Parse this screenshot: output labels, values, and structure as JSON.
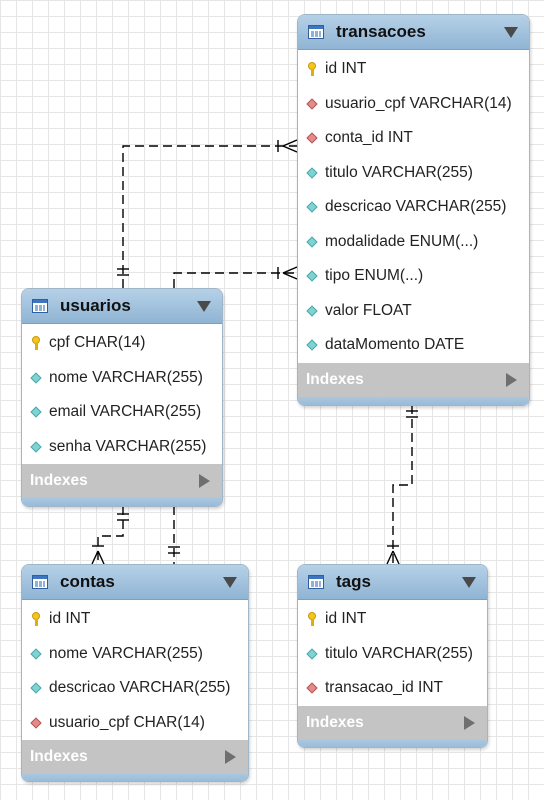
{
  "entities": {
    "transacoes": {
      "title": "transacoes",
      "indexes_label": "Indexes",
      "columns": [
        {
          "text": "id INT",
          "icon": "primary-key-icon"
        },
        {
          "text": "usuario_cpf VARCHAR(14)",
          "icon": "foreign-key-diamond-icon"
        },
        {
          "text": "conta_id INT",
          "icon": "foreign-key-diamond-icon"
        },
        {
          "text": "titulo VARCHAR(255)",
          "icon": "column-diamond-icon"
        },
        {
          "text": "descricao VARCHAR(255)",
          "icon": "column-diamond-icon"
        },
        {
          "text": "modalidade ENUM(...)",
          "icon": "column-diamond-icon"
        },
        {
          "text": "tipo ENUM(...)",
          "icon": "column-diamond-icon"
        },
        {
          "text": "valor FLOAT",
          "icon": "column-diamond-icon"
        },
        {
          "text": "dataMomento DATE",
          "icon": "column-diamond-icon"
        }
      ]
    },
    "usuarios": {
      "title": "usuarios",
      "indexes_label": "Indexes",
      "columns": [
        {
          "text": "cpf CHAR(14)",
          "icon": "primary-key-icon"
        },
        {
          "text": "nome VARCHAR(255)",
          "icon": "column-diamond-icon"
        },
        {
          "text": "email VARCHAR(255)",
          "icon": "column-diamond-icon"
        },
        {
          "text": "senha VARCHAR(255)",
          "icon": "column-diamond-icon"
        }
      ]
    },
    "contas": {
      "title": "contas",
      "indexes_label": "Indexes",
      "columns": [
        {
          "text": "id INT",
          "icon": "primary-key-icon"
        },
        {
          "text": "nome VARCHAR(255)",
          "icon": "column-diamond-icon"
        },
        {
          "text": "descricao VARCHAR(255)",
          "icon": "column-diamond-icon"
        },
        {
          "text": "usuario_cpf CHAR(14)",
          "icon": "foreign-key-diamond-icon"
        }
      ]
    },
    "tags": {
      "title": "tags",
      "indexes_label": "Indexes",
      "columns": [
        {
          "text": "id INT",
          "icon": "primary-key-icon"
        },
        {
          "text": "titulo VARCHAR(255)",
          "icon": "column-diamond-icon"
        },
        {
          "text": "transacao_id INT",
          "icon": "foreign-key-diamond-icon"
        }
      ]
    }
  },
  "relationships": [
    {
      "from": "usuarios",
      "to": "transacoes",
      "cardinality": "one-to-many"
    },
    {
      "from": "usuarios",
      "to": "transacoes",
      "cardinality": "one-to-many"
    },
    {
      "from": "usuarios",
      "to": "contas",
      "cardinality": "one-to-many"
    },
    {
      "from": "usuarios",
      "to": "contas",
      "cardinality": "one-to-one"
    },
    {
      "from": "transacoes",
      "to": "tags",
      "cardinality": "one-to-many"
    }
  ],
  "colors": {
    "header": "#9bbcd9",
    "indexes_bar": "#c4c4c4",
    "primary_key": "#f3c51e",
    "foreign_key": "#e48a8a",
    "column": "#7fd3d3",
    "connector": "#000000"
  }
}
